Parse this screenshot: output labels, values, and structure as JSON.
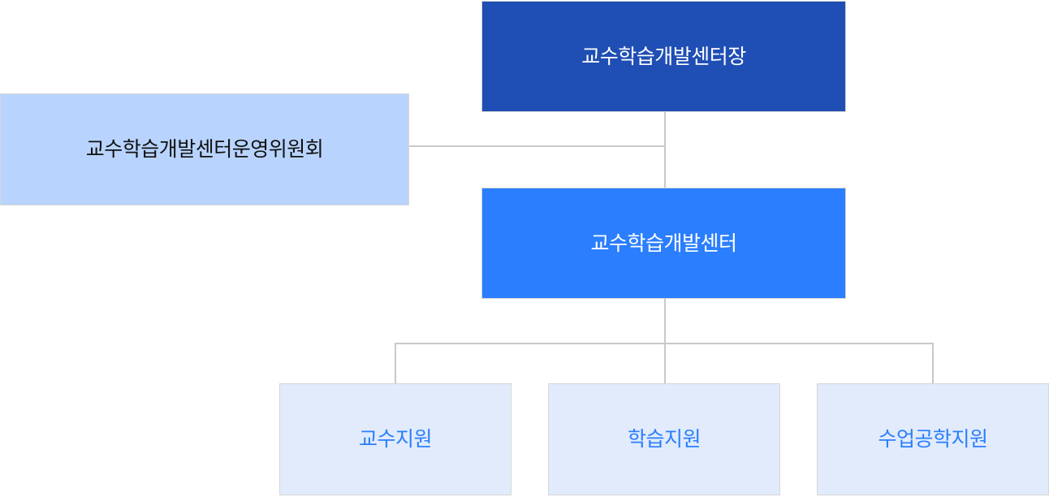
{
  "org_chart": {
    "director": "교수학습개발센터장",
    "committee": "교수학습개발센터운영위원회",
    "center": "교수학습개발센터",
    "teams": [
      "교수지원",
      "학습지원",
      "수업공학지원"
    ]
  },
  "colors": {
    "director_bg": "#1f4eb4",
    "committee_bg": "#b8d4fe",
    "center_bg": "#2b7efe",
    "team_bg": "#e1ebfc",
    "team_text": "#2b7efe",
    "connector": "#c9c9c9"
  }
}
